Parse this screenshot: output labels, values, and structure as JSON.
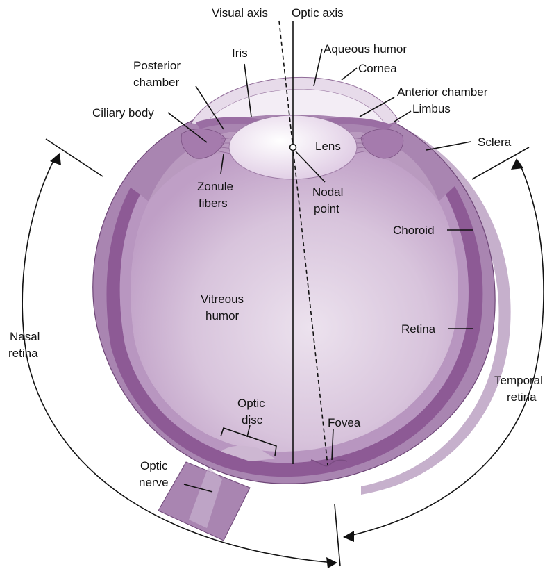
{
  "labels": {
    "visual_axis": "Visual axis",
    "optic_axis": "Optic axis",
    "iris": "Iris",
    "aqueous_humor": "Aqueous humor",
    "posterior_chamber_1": "Posterior",
    "posterior_chamber_2": "chamber",
    "cornea": "Cornea",
    "anterior_chamber": "Anterior chamber",
    "limbus": "Limbus",
    "ciliary_body": "Ciliary body",
    "lens": "Lens",
    "sclera": "Sclera",
    "zonule_fibers_1": "Zonule",
    "zonule_fibers_2": "fibers",
    "nodal_point_1": "Nodal",
    "nodal_point_2": "point",
    "choroid": "Choroid",
    "vitreous_humor_1": "Vitreous",
    "vitreous_humor_2": "humor",
    "retina": "Retina",
    "nasal_retina_1": "Nasal",
    "nasal_retina_2": "retina",
    "temporal_retina_1": "Temporal",
    "temporal_retina_2": "retina",
    "optic_disc_1": "Optic",
    "optic_disc_2": "disc",
    "fovea": "Fovea",
    "optic_nerve_1": "Optic",
    "optic_nerve_2": "nerve"
  },
  "colors": {
    "sclera": "#a985b1",
    "choroid": "#8d5a95",
    "retina_band": "#b38bbb",
    "vitreous": "#cfb8d4",
    "lens": "#f4eef6",
    "cornea": "#efe6f2",
    "shadow": "#c9b3cf"
  }
}
